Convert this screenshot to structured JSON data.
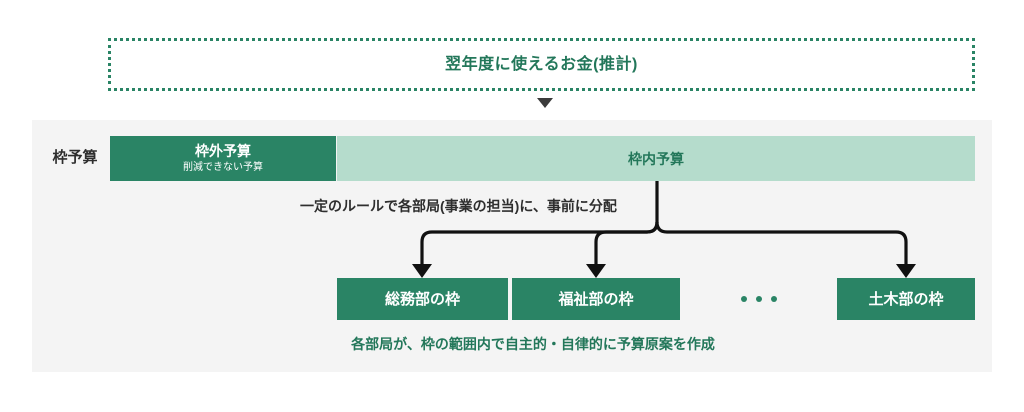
{
  "diagram": {
    "estimate": {
      "label": "翌年度に使えるお金(推計)",
      "border_color": "#2a8465",
      "text_color": "#23775a",
      "icon": "down-caret-icon"
    },
    "panel": {
      "background": "#f4f4f4"
    },
    "budget_bar": {
      "row_label": "枠予算",
      "segments": [
        {
          "name": "outside",
          "title": "枠外予算",
          "subtitle": "削減できない予算",
          "color": "#2a8465",
          "text_color": "#ffffff"
        },
        {
          "name": "inside",
          "title": "枠内予算",
          "subtitle": "",
          "color": "#b5dccc",
          "text_color": "#23775a"
        }
      ]
    },
    "distribution_note": "一定のルールで各部局(事業の担当)に、事前に分配",
    "departments": [
      {
        "label": "総務部の枠"
      },
      {
        "label": "福祉部の枠"
      },
      {
        "label": "土木部の枠"
      }
    ],
    "ellipsis": "•••",
    "bottom_caption": "各部局が、枠の範囲内で自主的・自律的に予算原案を作成",
    "colors": {
      "dark_green": "#2a8465",
      "light_green": "#b5dccc",
      "text_green": "#23775a",
      "panel_gray": "#f4f4f4",
      "connector_black": "#111111"
    }
  }
}
